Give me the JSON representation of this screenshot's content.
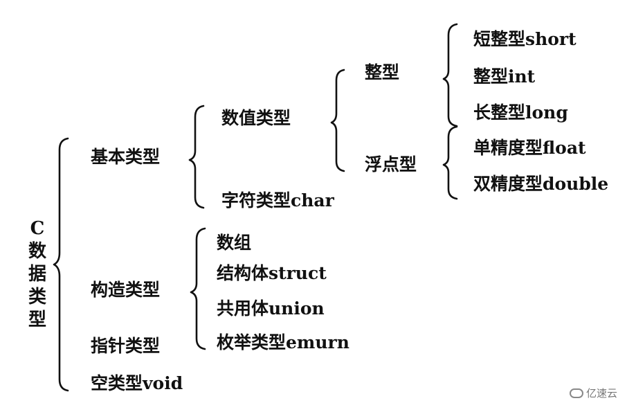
{
  "root": {
    "chars": [
      "C",
      "数",
      "据",
      "类",
      "型"
    ]
  },
  "level1": {
    "basic": "基本类型",
    "constructed": "构造类型",
    "pointer": "指针类型",
    "void": "空类型void"
  },
  "basic": {
    "numeric": "数值类型",
    "char": "字符类型char"
  },
  "numeric": {
    "integer": "整型",
    "float": "浮点型"
  },
  "integer_types": {
    "short": "短整型short",
    "int": "整型int",
    "long": "长整型long"
  },
  "float_types": {
    "float": "单精度型float",
    "double": "双精度型double"
  },
  "constructed": {
    "array": "数组",
    "struct": "结构体struct",
    "union": "共用体union",
    "enum": "枚举类型emurn"
  },
  "watermark": {
    "text": "亿速云"
  }
}
